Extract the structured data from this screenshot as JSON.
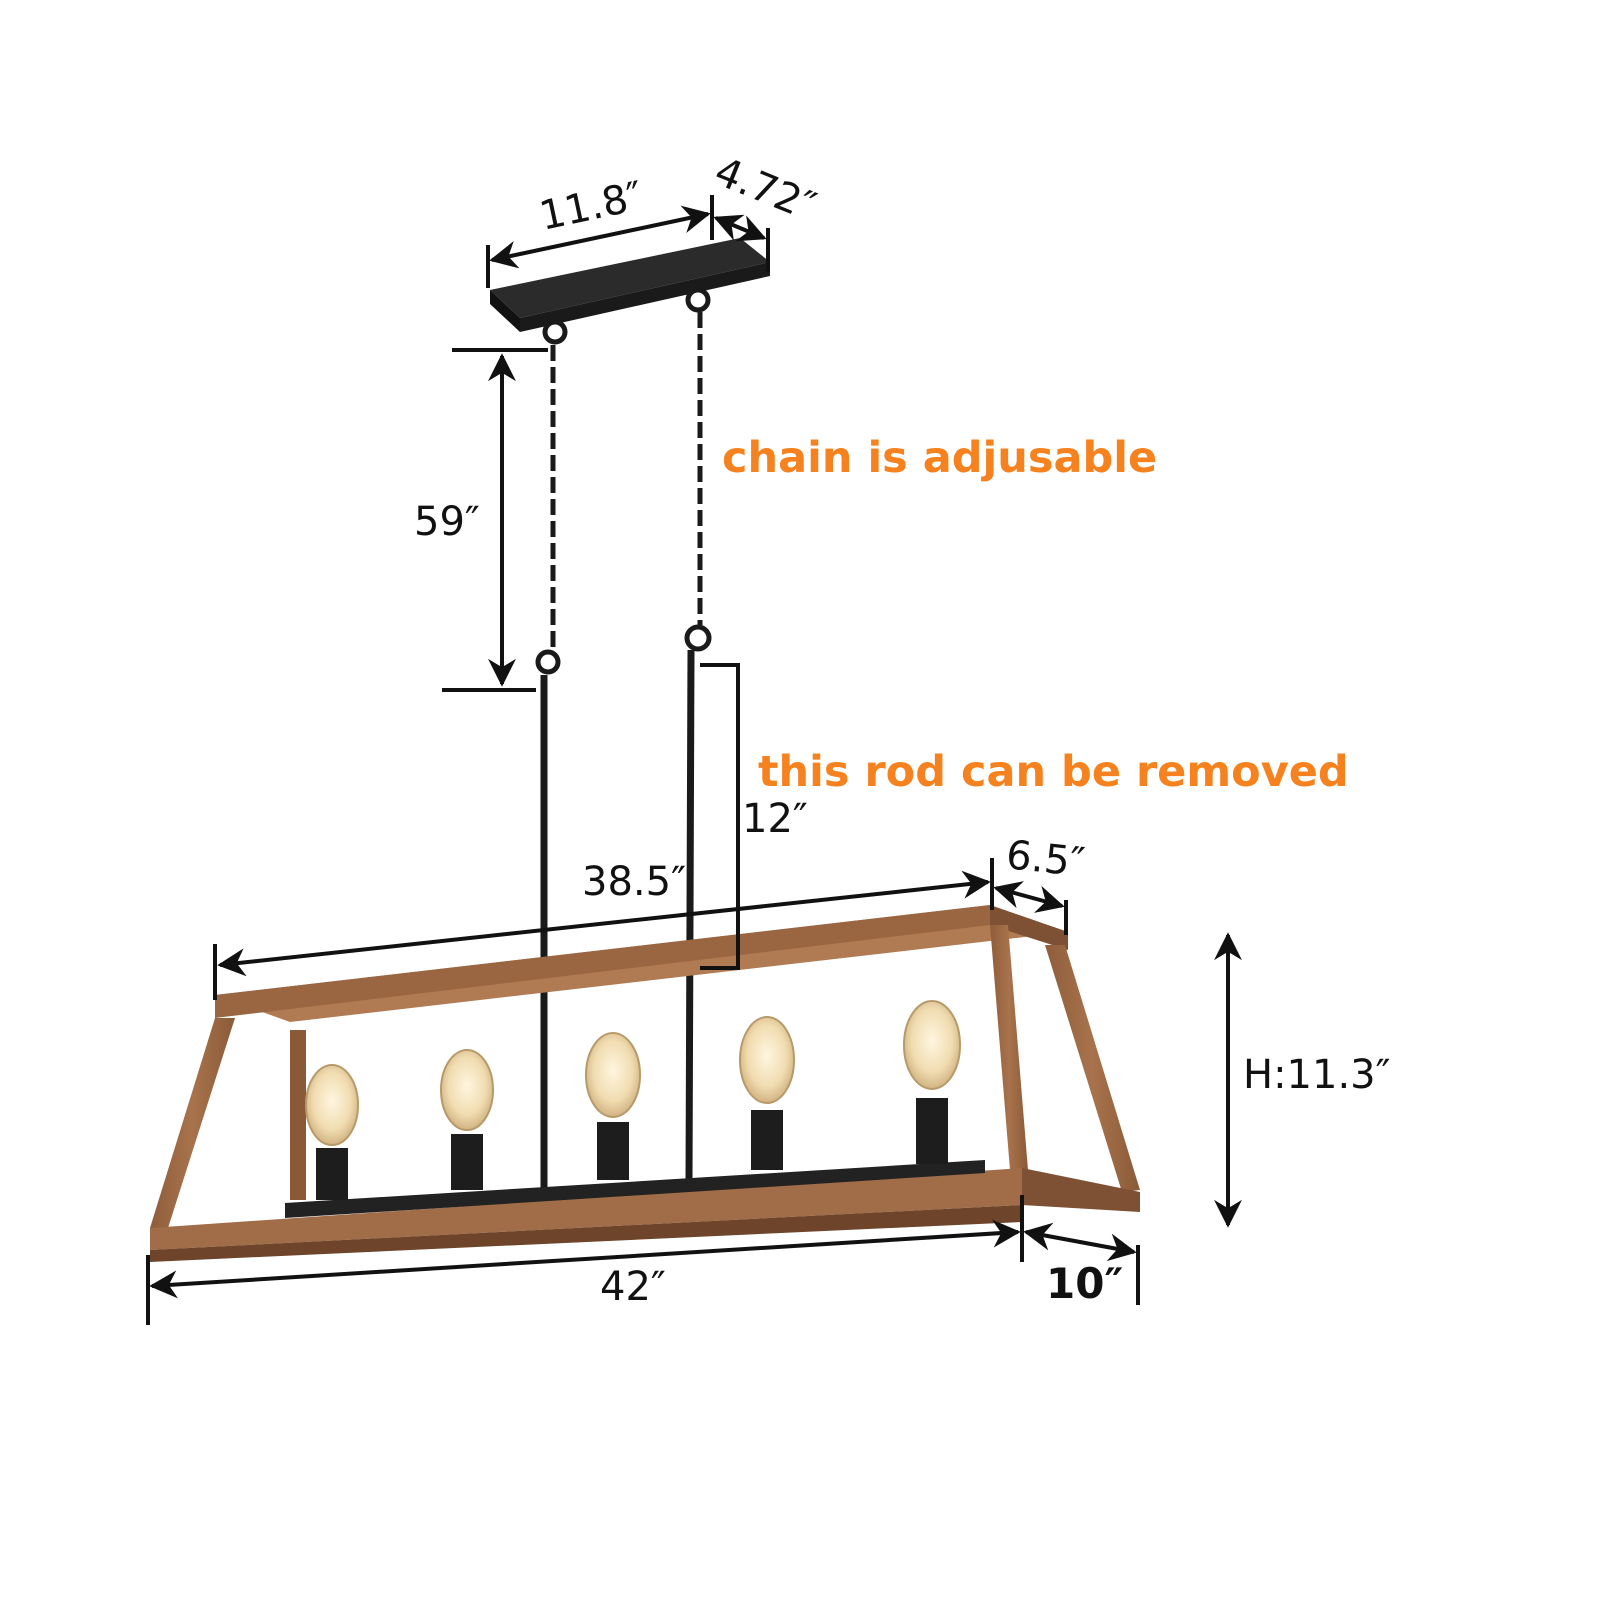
{
  "diagram": {
    "type": "product-dimension-diagram",
    "subject": "5-light rectangular wood-frame chandelier",
    "colors": {
      "note_text": "#f5821f",
      "dimension_text": "#111111",
      "wood": "#9c6a45",
      "wood_dark": "#7a4e30",
      "metal": "#1e1e1e"
    },
    "dimensions": {
      "canopy_length": "11.8″",
      "canopy_width": "4.72″",
      "chain_length": "59″",
      "rod_length": "12″",
      "top_frame_length": "38.5″",
      "top_frame_width": "6.5″",
      "height": "H:11.3″",
      "bottom_frame_length": "42″",
      "bottom_frame_width": "10″"
    },
    "notes": {
      "chain": "chain is adjusable",
      "rod": "this rod can be removed"
    },
    "bulb_count": 5
  }
}
